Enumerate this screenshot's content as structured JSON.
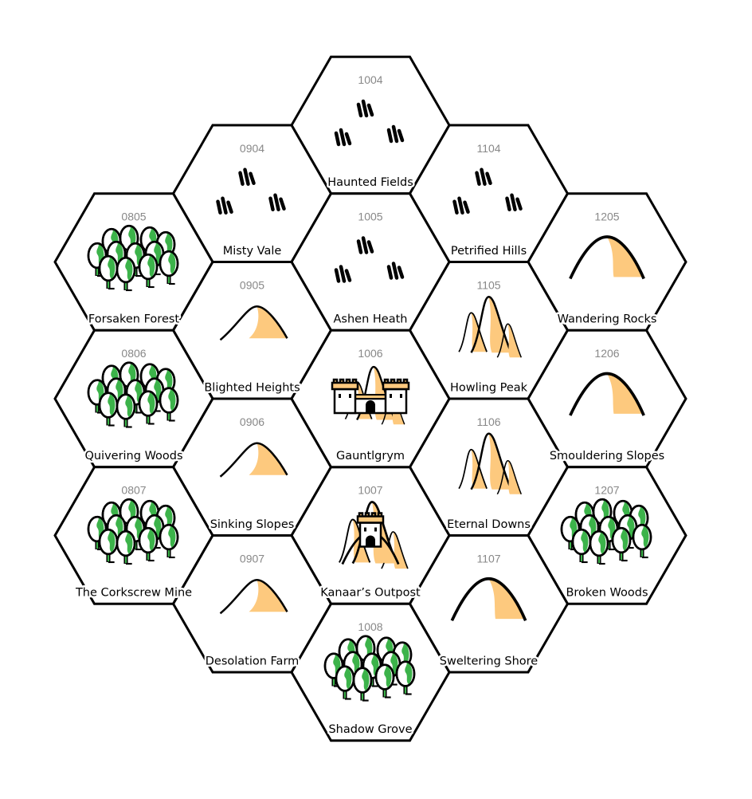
{
  "colors": {
    "hex_stroke": "#000000",
    "highlight_fill": "#a9b89a",
    "tree_green": "#3cb34a",
    "hill_tan": "#fdc97e",
    "number": "#888888"
  },
  "hexes": [
    {
      "id": "1004",
      "label": "Haunted Fields",
      "terrain": "grass"
    },
    {
      "id": "0904",
      "label": "Misty Vale",
      "terrain": "grass"
    },
    {
      "id": "1104",
      "label": "Petrified Hills",
      "terrain": "grass"
    },
    {
      "id": "0805",
      "label": "Forsaken Forest",
      "terrain": "forest"
    },
    {
      "id": "1005",
      "label": "Ashen Heath",
      "terrain": "grass"
    },
    {
      "id": "1205",
      "label": "Wandering Rocks",
      "terrain": "hill"
    },
    {
      "id": "0905",
      "label": "Blighted Heights",
      "terrain": "hill-small"
    },
    {
      "id": "1105",
      "label": "Howling Peak",
      "terrain": "mountains"
    },
    {
      "id": "0806",
      "label": "Quivering Woods",
      "terrain": "forest"
    },
    {
      "id": "1006",
      "label": "Gauntlgrym",
      "terrain": "castle",
      "highlighted": true
    },
    {
      "id": "1206",
      "label": "Smouldering Slopes",
      "terrain": "hill"
    },
    {
      "id": "0906",
      "label": "Sinking Slopes",
      "terrain": "hill-small"
    },
    {
      "id": "1106",
      "label": "Eternal Downs",
      "terrain": "mountains"
    },
    {
      "id": "0807",
      "label": "The Corkscrew Mine",
      "terrain": "forest"
    },
    {
      "id": "1007",
      "label": "Kanaar’s Outpost",
      "terrain": "tower"
    },
    {
      "id": "1207",
      "label": "Broken Woods",
      "terrain": "forest"
    },
    {
      "id": "0907",
      "label": "Desolation Farm",
      "terrain": "hill-small"
    },
    {
      "id": "1107",
      "label": "Sweltering Shore",
      "terrain": "hill"
    },
    {
      "id": "1008",
      "label": "Shadow Grove",
      "terrain": "forest"
    }
  ]
}
